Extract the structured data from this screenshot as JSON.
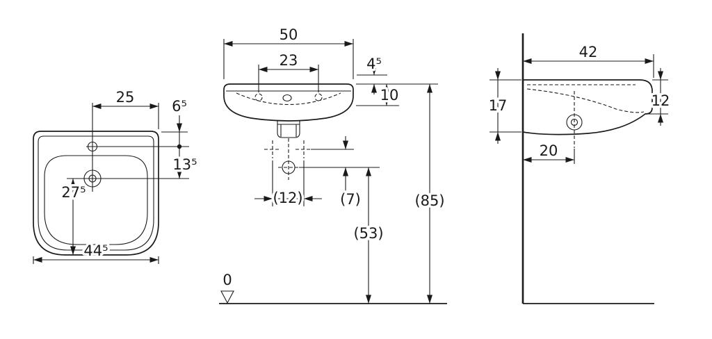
{
  "colors": {
    "ink": "#1a1a1a",
    "background": "#ffffff"
  },
  "top_view": {
    "tap_to_edge": "25",
    "back_to_tap": "6⁵",
    "tap_to_drain": "13⁵",
    "drain_to_front": "27⁵",
    "overall_width": "44⁵"
  },
  "front_view": {
    "overall_width": "50",
    "tap_hole_spacing": "23",
    "rim_detail": "4⁵",
    "apron_height": "10",
    "fixing_hole_spacing": "(12)",
    "fixing_to_drain": "(7)",
    "drain_outlet_height": "(53)",
    "rim_height": "(85)",
    "datum_level": "0"
  },
  "side_view": {
    "overall_depth": "42",
    "height_at_wall": "17",
    "front_edge_height": "12",
    "drain_to_wall": "20"
  }
}
